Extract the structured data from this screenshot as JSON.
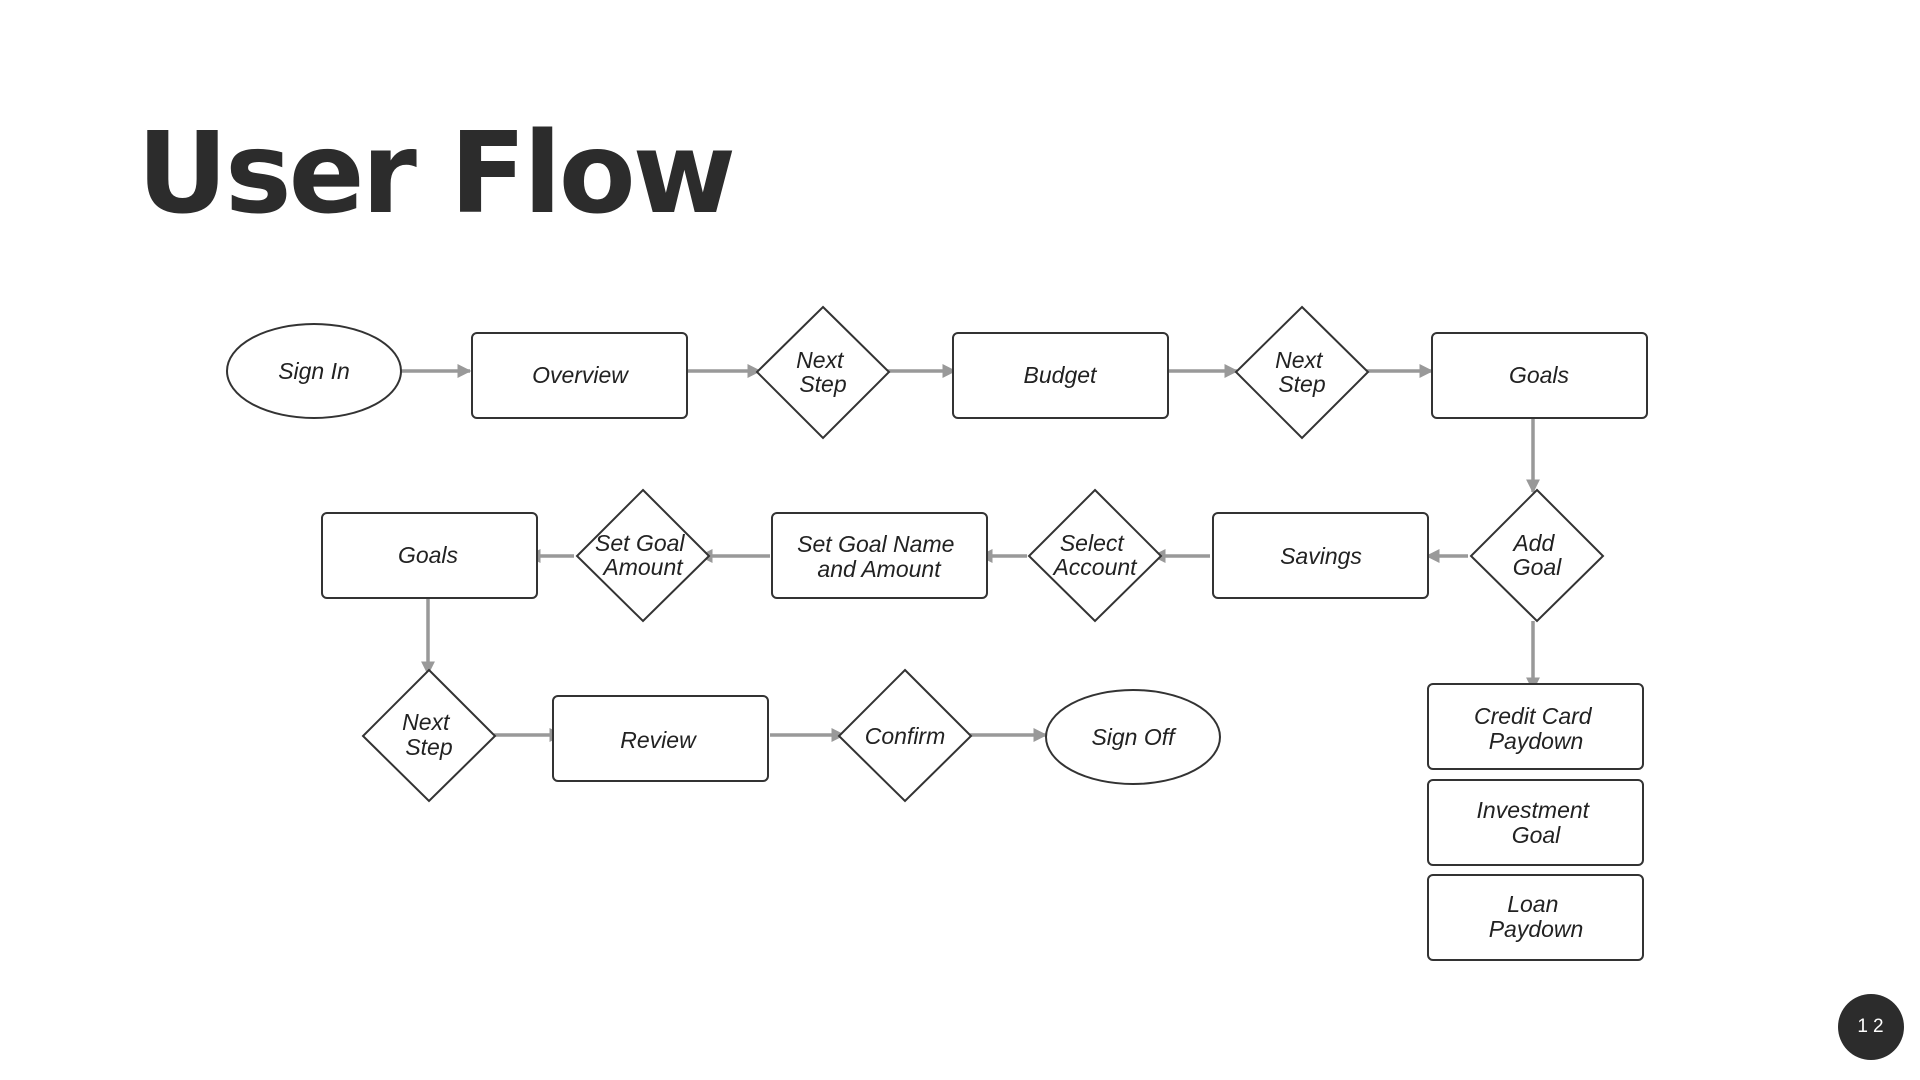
{
  "slide": {
    "title": "User Flow",
    "page_number": "12"
  },
  "nodes": {
    "sign_in": "Sign In",
    "overview": "Overview",
    "next_step_1": [
      "Next",
      "Step"
    ],
    "budget": "Budget",
    "next_step_2": [
      "Next",
      "Step"
    ],
    "goals_top": "Goals",
    "add_goal": [
      "Add",
      "Goal"
    ],
    "savings": "Savings",
    "select_account": [
      "Select",
      "Account"
    ],
    "set_goal_name": [
      "Set Goal Name",
      "and Amount"
    ],
    "set_goal_amount": [
      "Set Goal",
      "Amount"
    ],
    "goals_mid": "Goals",
    "next_step_3": [
      "Next",
      "Step"
    ],
    "review": "Review",
    "confirm": "Confirm",
    "sign_off": "Sign Off",
    "credit_card_paydown": [
      "Credit Card",
      "Paydown"
    ],
    "investment_goal": [
      "Investment",
      "Goal"
    ],
    "loan_paydown": [
      "Loan",
      "Paydown"
    ]
  },
  "colors": {
    "connector": "#999999",
    "shape_stroke": "#333333",
    "title": "#2c2c2c",
    "badge": "#2c2c2c"
  }
}
